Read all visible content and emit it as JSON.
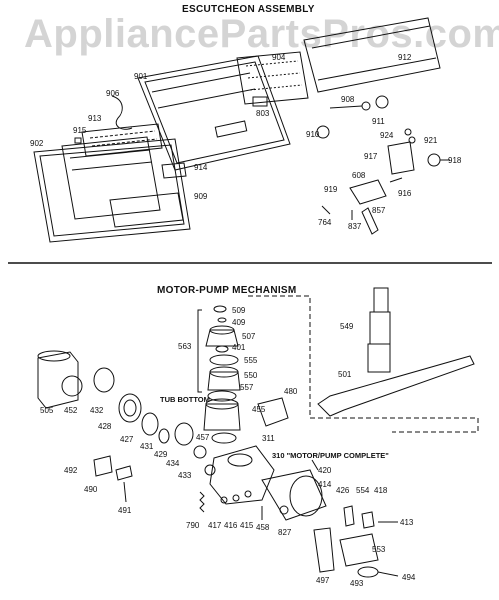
{
  "watermark": "AppliancePartsPros.com",
  "escutcheon": {
    "title": "ESCUTCHEON ASSEMBLY",
    "labels": [
      {
        "id": "lbl-904",
        "text": "904"
      },
      {
        "id": "lbl-912",
        "text": "912"
      },
      {
        "id": "lbl-901",
        "text": "901"
      },
      {
        "id": "lbl-906",
        "text": "906"
      },
      {
        "id": "lbl-803",
        "text": "803"
      },
      {
        "id": "lbl-908",
        "text": "908"
      },
      {
        "id": "lbl-913",
        "text": "913"
      },
      {
        "id": "lbl-915",
        "text": "915"
      },
      {
        "id": "lbl-902",
        "text": "902"
      },
      {
        "id": "lbl-910",
        "text": "910"
      },
      {
        "id": "lbl-911",
        "text": "911"
      },
      {
        "id": "lbl-924",
        "text": "924"
      },
      {
        "id": "lbl-921",
        "text": "921"
      },
      {
        "id": "lbl-917",
        "text": "917"
      },
      {
        "id": "lbl-918",
        "text": "918"
      },
      {
        "id": "lbl-914",
        "text": "914"
      },
      {
        "id": "lbl-608",
        "text": "608"
      },
      {
        "id": "lbl-916",
        "text": "916"
      },
      {
        "id": "lbl-909",
        "text": "909"
      },
      {
        "id": "lbl-919",
        "text": "919"
      },
      {
        "id": "lbl-857",
        "text": "857"
      },
      {
        "id": "lbl-764",
        "text": "764"
      },
      {
        "id": "lbl-837",
        "text": "837"
      }
    ]
  },
  "motor_pump": {
    "title": "MOTOR-PUMP MECHANISM",
    "tub_bottom": "TUB BOTTOM",
    "complete_label": "310 \"MOTOR/PUMP COMPLETE\"",
    "labels": [
      {
        "id": "lbl-509",
        "text": "509"
      },
      {
        "id": "lbl-409",
        "text": "409"
      },
      {
        "id": "lbl-507",
        "text": "507"
      },
      {
        "id": "lbl-401",
        "text": "401"
      },
      {
        "id": "lbl-563",
        "text": "563"
      },
      {
        "id": "lbl-555",
        "text": "555"
      },
      {
        "id": "lbl-550",
        "text": "550"
      },
      {
        "id": "lbl-557",
        "text": "557"
      },
      {
        "id": "lbl-549",
        "text": "549"
      },
      {
        "id": "lbl-501",
        "text": "501"
      },
      {
        "id": "lbl-505",
        "text": "505"
      },
      {
        "id": "lbl-452",
        "text": "452"
      },
      {
        "id": "lbl-432",
        "text": "432"
      },
      {
        "id": "lbl-480",
        "text": "480"
      },
      {
        "id": "lbl-455",
        "text": "455"
      },
      {
        "id": "lbl-428",
        "text": "428"
      },
      {
        "id": "lbl-427",
        "text": "427"
      },
      {
        "id": "lbl-431",
        "text": "431"
      },
      {
        "id": "lbl-429",
        "text": "429"
      },
      {
        "id": "lbl-434",
        "text": "434"
      },
      {
        "id": "lbl-457",
        "text": "457"
      },
      {
        "id": "lbl-311",
        "text": "311"
      },
      {
        "id": "lbl-420",
        "text": "420"
      },
      {
        "id": "lbl-433",
        "text": "433"
      },
      {
        "id": "lbl-414",
        "text": "414"
      },
      {
        "id": "lbl-492",
        "text": "492"
      },
      {
        "id": "lbl-490",
        "text": "490"
      },
      {
        "id": "lbl-426",
        "text": "426"
      },
      {
        "id": "lbl-554",
        "text": "554"
      },
      {
        "id": "lbl-418",
        "text": "418"
      },
      {
        "id": "lbl-413",
        "text": "413"
      },
      {
        "id": "lbl-491",
        "text": "491"
      },
      {
        "id": "lbl-790",
        "text": "790"
      },
      {
        "id": "lbl-417",
        "text": "417"
      },
      {
        "id": "lbl-416",
        "text": "416"
      },
      {
        "id": "lbl-415",
        "text": "415"
      },
      {
        "id": "lbl-458",
        "text": "458"
      },
      {
        "id": "lbl-827",
        "text": "827"
      },
      {
        "id": "lbl-553",
        "text": "553"
      },
      {
        "id": "lbl-497",
        "text": "497"
      },
      {
        "id": "lbl-493",
        "text": "493"
      },
      {
        "id": "lbl-494",
        "text": "494"
      }
    ]
  }
}
